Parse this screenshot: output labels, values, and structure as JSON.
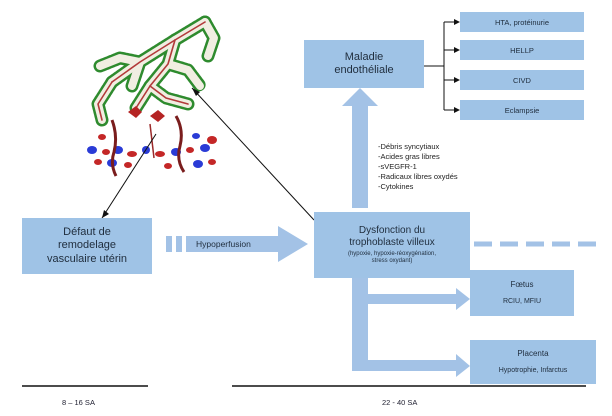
{
  "complications": [
    "HTA, protéinurie",
    "HELLP",
    "CIVD",
    "Eclampsie"
  ],
  "maladie": [
    "Maladie",
    "endothéliale"
  ],
  "mediators": [
    "-Débris syncytiaux",
    "-Acides gras libres",
    "-sVEGFR-1",
    "-Radicaux libres oxydés",
    "-Cytokines"
  ],
  "defaut": [
    "Défaut de",
    "remodelage",
    "vasculaire utérin"
  ],
  "hypoperfusion": "Hypoperfusion",
  "dysfonction": {
    "title": [
      "Dysfonction du",
      "trophoblaste villeux"
    ],
    "detail": [
      "(hypoxie, hypoxie-réoxygénation,",
      "stress oxydant)"
    ]
  },
  "foetus": {
    "title": "Fœtus",
    "detail": "RCIU, MFIU"
  },
  "placenta": {
    "title": "Placenta",
    "detail": "Hypotrophie,  Infarctus"
  },
  "timeline": {
    "early": "8 – 16 SA",
    "late": "22 - 40 SA"
  },
  "colors": {
    "box": "#9fc3e6",
    "arrow": "#a3c2e6",
    "line": "#111111"
  },
  "illustration": "placental-villus-and-decidua-drawing"
}
